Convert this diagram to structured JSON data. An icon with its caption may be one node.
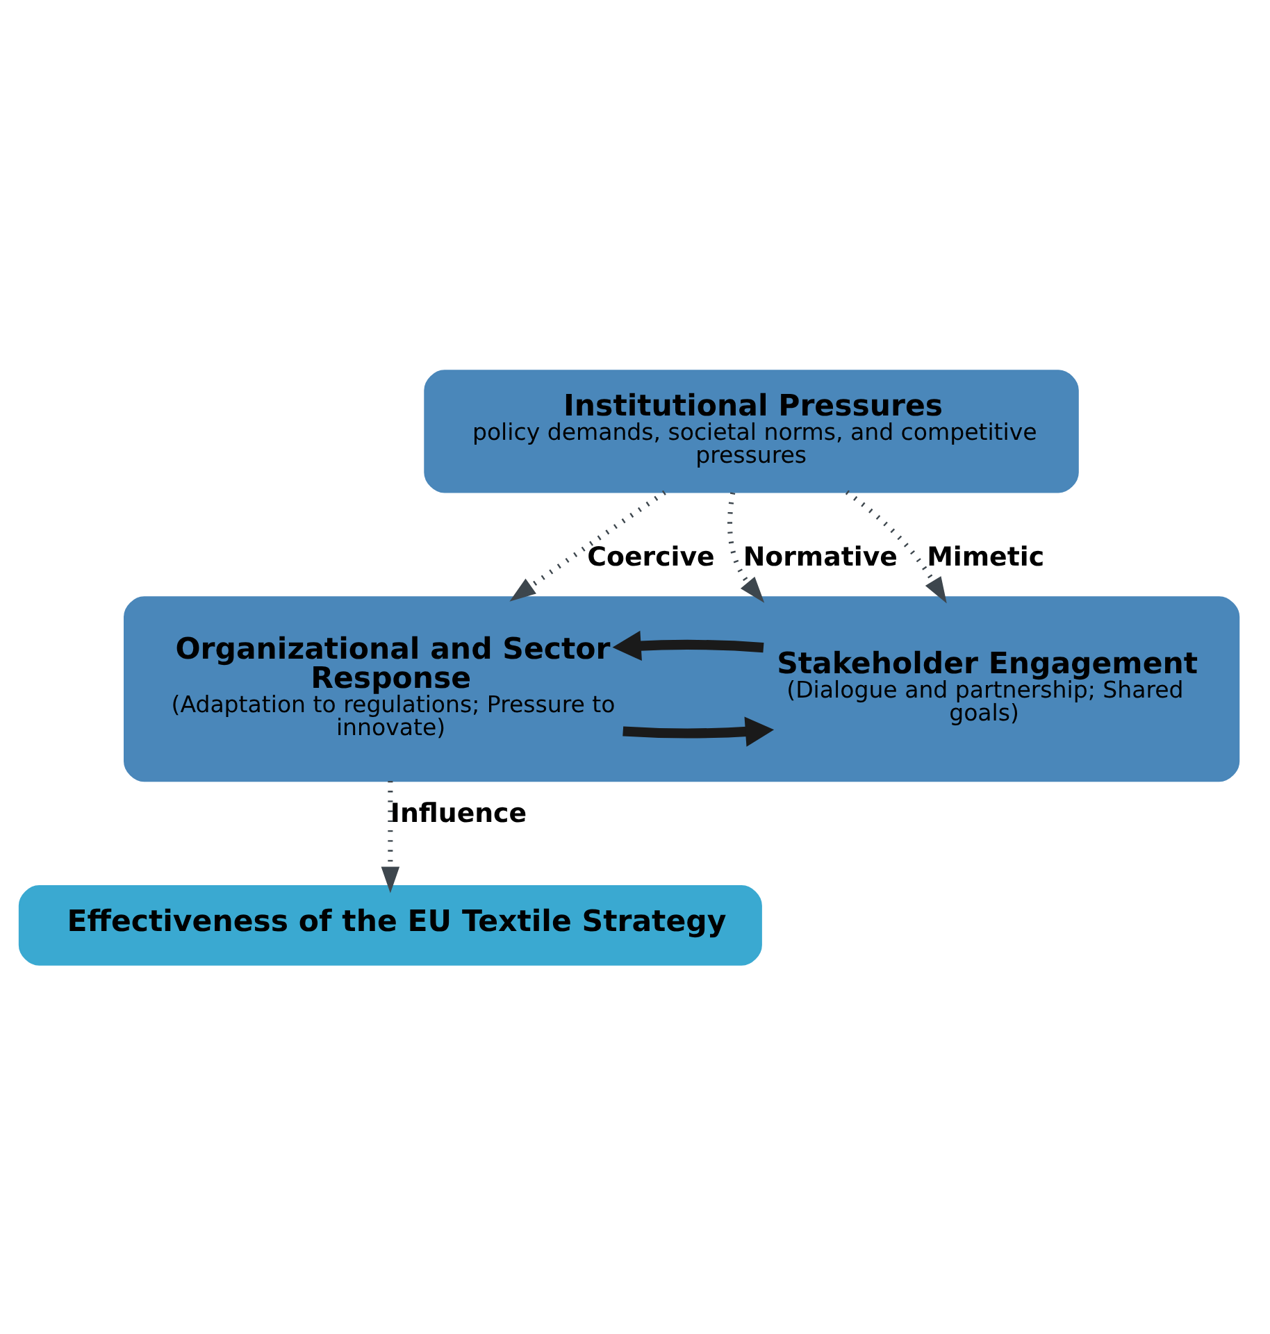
{
  "diagram": {
    "nodes": [
      {
        "text": [
          "Institutional Pressures",
          "policy demands, societal norms, and competitive pressures"
        ]
      },
      {
        "text": [],
        "shape": "box"
      },
      {
        "text": [
          "Organizational and Sector Response",
          "(Adaptation to regulations; Pressure to innovate)"
        ],
        "in": 1
      },
      {
        "text": [
          "Stakeholder Engagement",
          "(Dialogue and partnership; Shared goals)"
        ],
        "in": 1
      },
      {
        "text": [
          "Effectiveness of the EU Textile Strategy"
        ]
      }
    ],
    "edges": [
      {
        "from": 0,
        "to": 1,
        "arrow": "to",
        "label": "Coercive",
        "style": "dashed"
      },
      {
        "from": 0,
        "to": 1,
        "arrow": "to",
        "label": "Normative",
        "style": "dashed"
      },
      {
        "from": 0,
        "to": 1,
        "arrow": "to",
        "label": "Mimetic",
        "style": "dashed"
      },
      {
        "from": 2,
        "to": 3,
        "arrow": "to",
        "style": "thick",
        "color": "#1a1a1a"
      },
      {
        "from": 3,
        "to": 2,
        "arrow": "to",
        "style": "thick",
        "color": "#1a1a1a"
      },
      {
        "from": 1,
        "to": 4,
        "arrow": "to",
        "label": "Influence",
        "style": "dashed"
      }
    ]
  }
}
